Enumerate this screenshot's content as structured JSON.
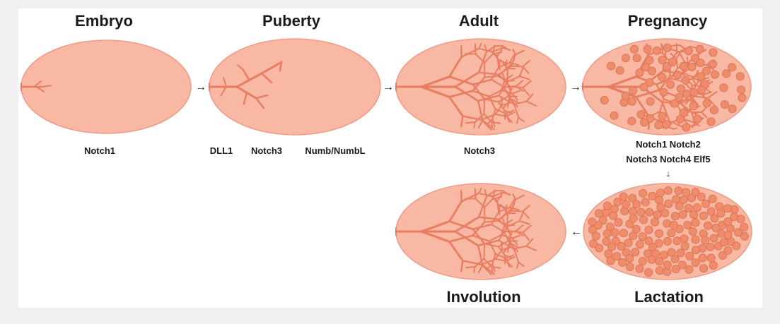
{
  "colors": {
    "gland_fill": "#f8b8a3",
    "gland_stroke": "#ef9a85",
    "duct": "#e87e61",
    "alveolus": "#ef8c6c",
    "alveolus_stroke": "#d96f4f",
    "background": "#f1f1f1",
    "panel": "#ffffff",
    "text": "#1a1a1a"
  },
  "stages": {
    "embryo": {
      "title": "Embryo",
      "markers": [
        "Notch1"
      ]
    },
    "puberty": {
      "title": "Puberty",
      "markers": [
        "DLL1",
        "Notch3",
        "Numb/NumbL"
      ]
    },
    "adult": {
      "title": "Adult",
      "markers": [
        "Notch3"
      ]
    },
    "pregnancy": {
      "title": "Pregnancy",
      "markers": [
        "Notch1 Notch2",
        "Notch3 Notch4 Elf5"
      ]
    },
    "lactation": {
      "title": "Lactation"
    },
    "involution": {
      "title": "Involution"
    }
  },
  "arrows": {
    "embryo_to_puberty": "→",
    "puberty_to_adult": "→",
    "adult_to_pregnancy": "→",
    "pregnancy_to_lactation": "↓",
    "lactation_to_involution": "←"
  }
}
